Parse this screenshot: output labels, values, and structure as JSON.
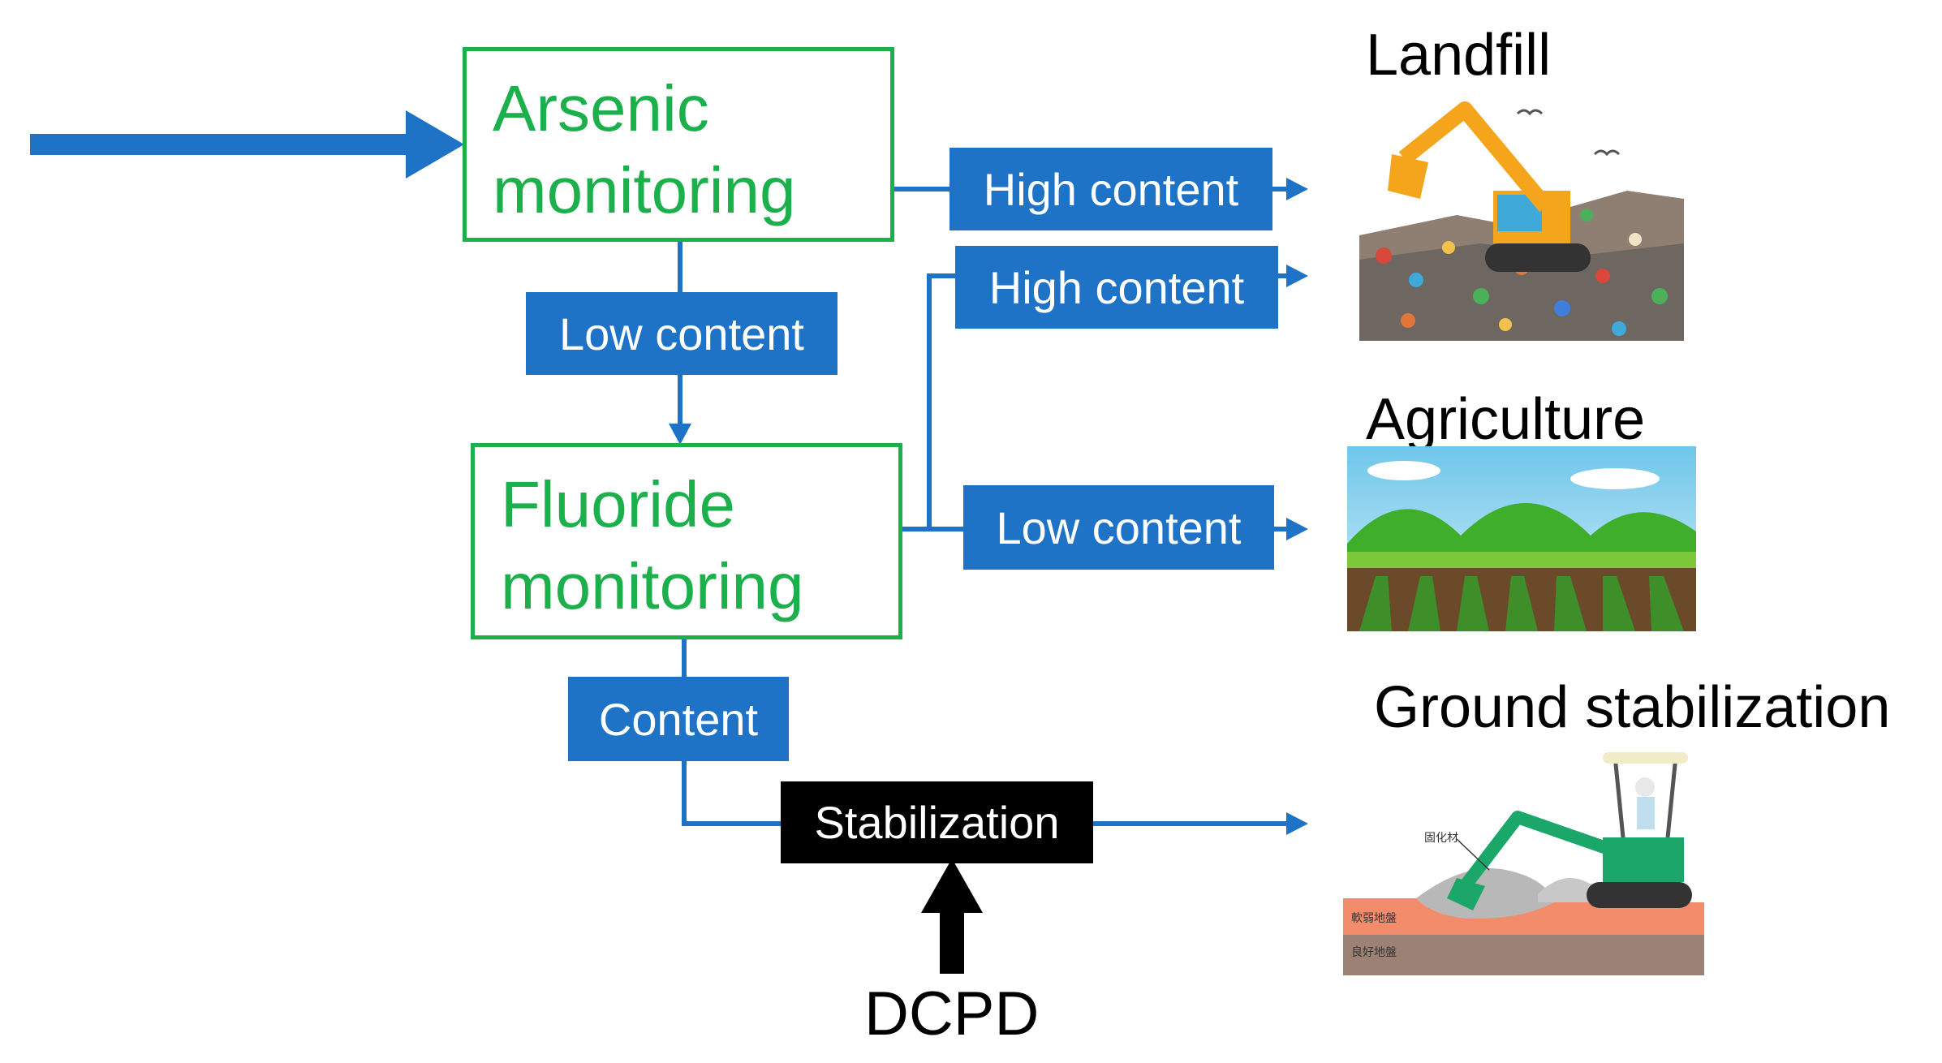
{
  "nodes": {
    "arsenic": {
      "line1": "Arsenic",
      "line2": "monitoring"
    },
    "fluoride": {
      "line1": "Fluoride",
      "line2": "monitoring"
    }
  },
  "edges": {
    "arsenic_high": "High content",
    "arsenic_low": "Low content",
    "fluoride_high": "High content",
    "fluoride_low": "Low content",
    "fluoride_content": "Content",
    "stabilization": "Stabilization",
    "additive": "DCPD"
  },
  "destinations": {
    "landfill": "Landfill",
    "agriculture": "Agriculture",
    "ground": "Ground stabilization"
  },
  "ground_image_labels": {
    "material": "固化材",
    "soft_ground": "軟弱地盤",
    "good_ground": "良好地盤"
  },
  "colors": {
    "flow_blue": "#1F73C6",
    "monitor_green": "#1BB04B",
    "process_black": "#000000"
  }
}
